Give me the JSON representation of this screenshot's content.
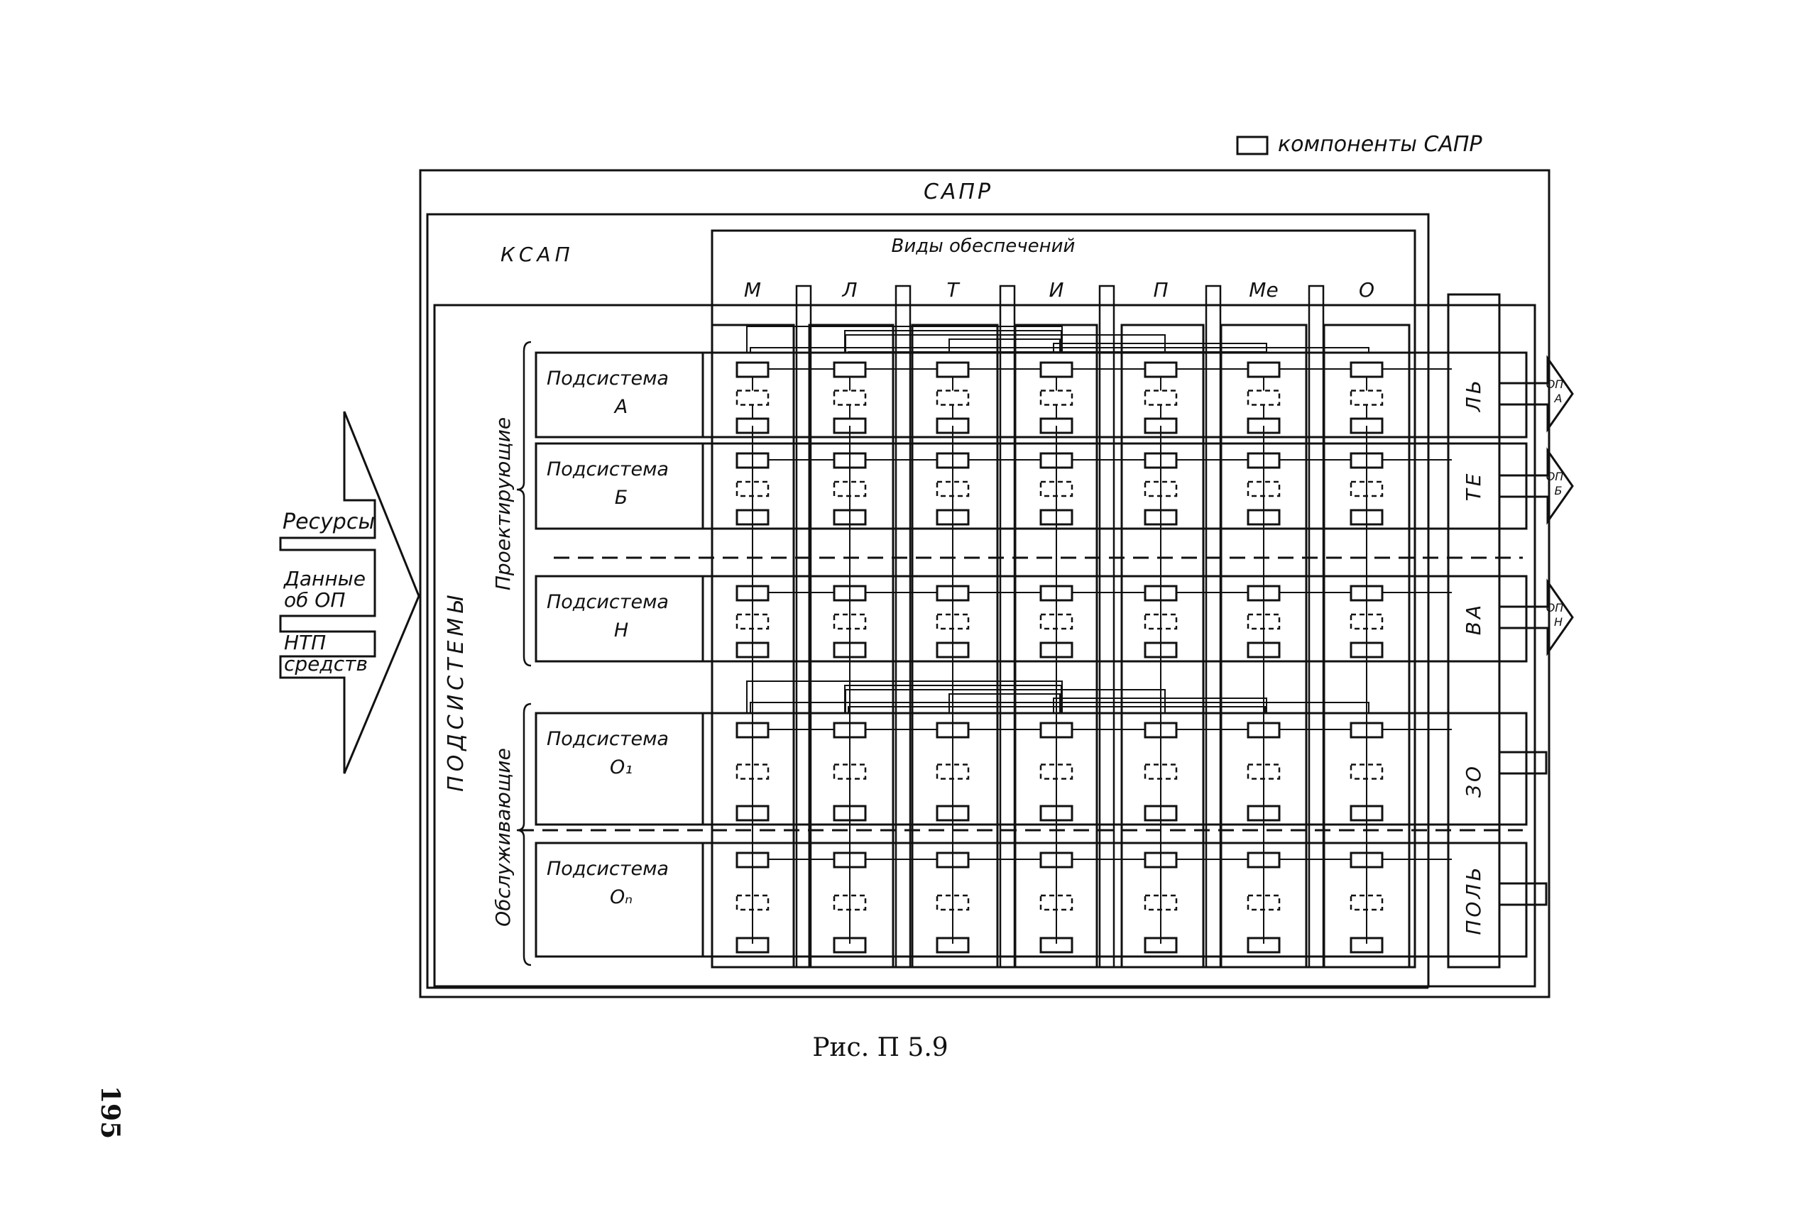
{
  "legend": {
    "label": "компоненты САПР"
  },
  "titles": {
    "sapr": "САПР",
    "ksap": "КСАП",
    "support_types": "Виды обеспечений",
    "subsystems": "ПОДСИСТЕМЫ"
  },
  "columns": [
    "М",
    "Л",
    "Т",
    "И",
    "П",
    "Ме",
    "О"
  ],
  "groups": {
    "designing": "Проектирующие",
    "servicing": "Обслуживающие"
  },
  "subsystems": [
    {
      "label": "Подсистема",
      "suffix": "А"
    },
    {
      "label": "Подсистема",
      "suffix": "Б"
    },
    {
      "label": "Подсистема",
      "suffix": "Н"
    },
    {
      "label": "Подсистема",
      "suffix": "О₁"
    },
    {
      "label": "Подсистема",
      "suffix": "Оₙ"
    }
  ],
  "side_labels": [
    "ЛЬ",
    "ТЕ",
    "ВА",
    "ЗО",
    "ПОЛЬ"
  ],
  "outputs": [
    "ОП А",
    "ОП Б",
    "ОП Н"
  ],
  "inputs": [
    "Ресурсы",
    "Данные об ОП",
    "НТП средств"
  ],
  "caption": "Рис. П 5.9",
  "page_number": "195"
}
